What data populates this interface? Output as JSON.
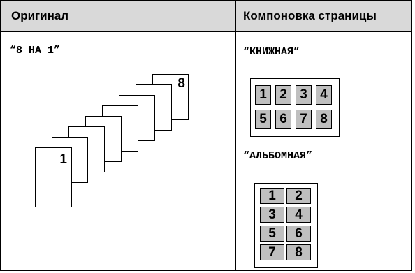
{
  "table": {
    "header_original": "Оригинал",
    "header_layout": "Компоновка страницы",
    "original_label": "“8 НА 1”",
    "first_page_number": "1",
    "last_page_number": "8"
  },
  "portrait": {
    "label": "“КНИЖНАЯ”",
    "cells": [
      "1",
      "2",
      "3",
      "4",
      "5",
      "6",
      "7",
      "8"
    ]
  },
  "landscape": {
    "label": "“АЛЬБОМНАЯ”",
    "cells": [
      "1",
      "2",
      "3",
      "4",
      "5",
      "6",
      "7",
      "8"
    ]
  },
  "colors": {
    "header_bg": "#d9d9d9",
    "cell_bg": "#bfbfbf",
    "border": "#000000"
  }
}
